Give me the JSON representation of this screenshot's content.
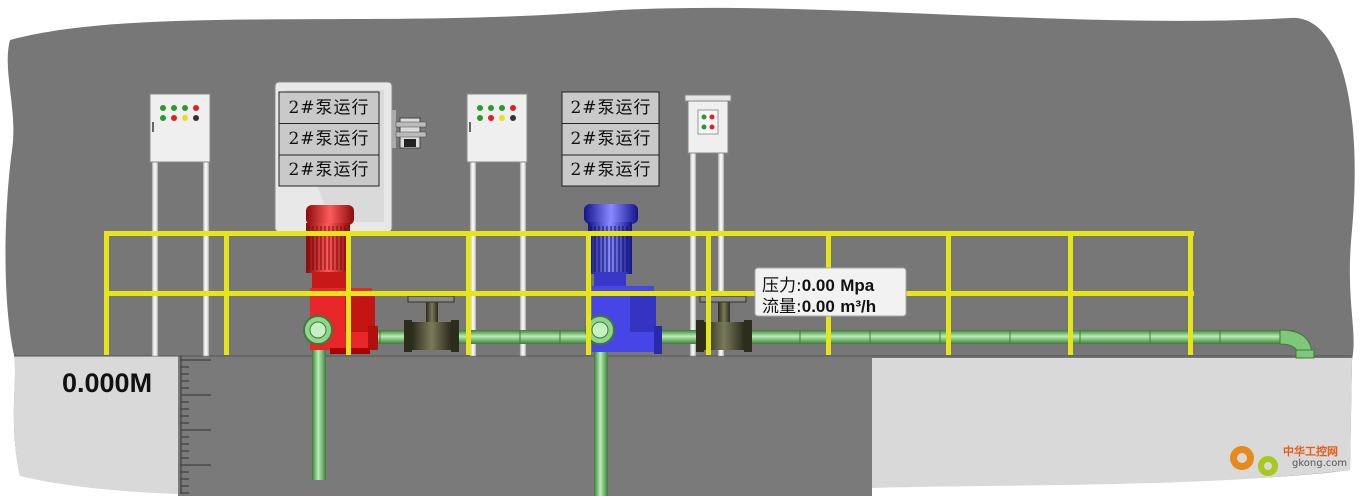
{
  "level": {
    "value_text": "0.000M"
  },
  "display_left": {
    "rows": [
      "2#泵运行",
      "2#泵运行",
      "2#泵运行"
    ]
  },
  "display_right": {
    "rows": [
      "2#泵运行",
      "2#泵运行",
      "2#泵运行"
    ]
  },
  "readout": {
    "pressure_label": "压力:",
    "pressure_value": "0.00",
    "pressure_unit": "Mpa",
    "flow_label": "流量:",
    "flow_value": "0.00",
    "flow_unit": "m³/h"
  },
  "pumps": [
    {
      "id": "pump-1",
      "color": "#e8262a"
    },
    {
      "id": "pump-2",
      "color": "#4646e6"
    }
  ],
  "colors": {
    "background": "#777777",
    "ground": "#d9d9d9",
    "pit": "#7a7a7a",
    "railing": "#e5e51a",
    "pipe": "#8fd68b",
    "panel": "#efefef"
  },
  "watermark": {
    "text": "中华工控网",
    "url": "gkong.com"
  }
}
